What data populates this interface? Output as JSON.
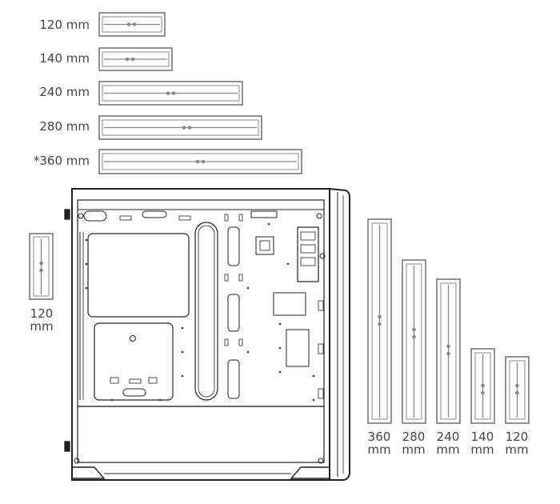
{
  "top_radiators": [
    {
      "label": "120 mm"
    },
    {
      "label": "140 mm"
    },
    {
      "label": "240 mm"
    },
    {
      "label": "280 mm"
    },
    {
      "label": "*360 mm"
    }
  ],
  "rear_radiator": {
    "size": "120",
    "unit": "mm"
  },
  "front_radiators": [
    {
      "size": "360",
      "unit": "mm"
    },
    {
      "size": "280",
      "unit": "mm"
    },
    {
      "size": "240",
      "unit": "mm"
    },
    {
      "size": "140",
      "unit": "mm"
    },
    {
      "size": "120",
      "unit": "mm"
    }
  ],
  "colors": {
    "line": "#333333",
    "rad_line": "#777777",
    "dot": "#888888"
  }
}
